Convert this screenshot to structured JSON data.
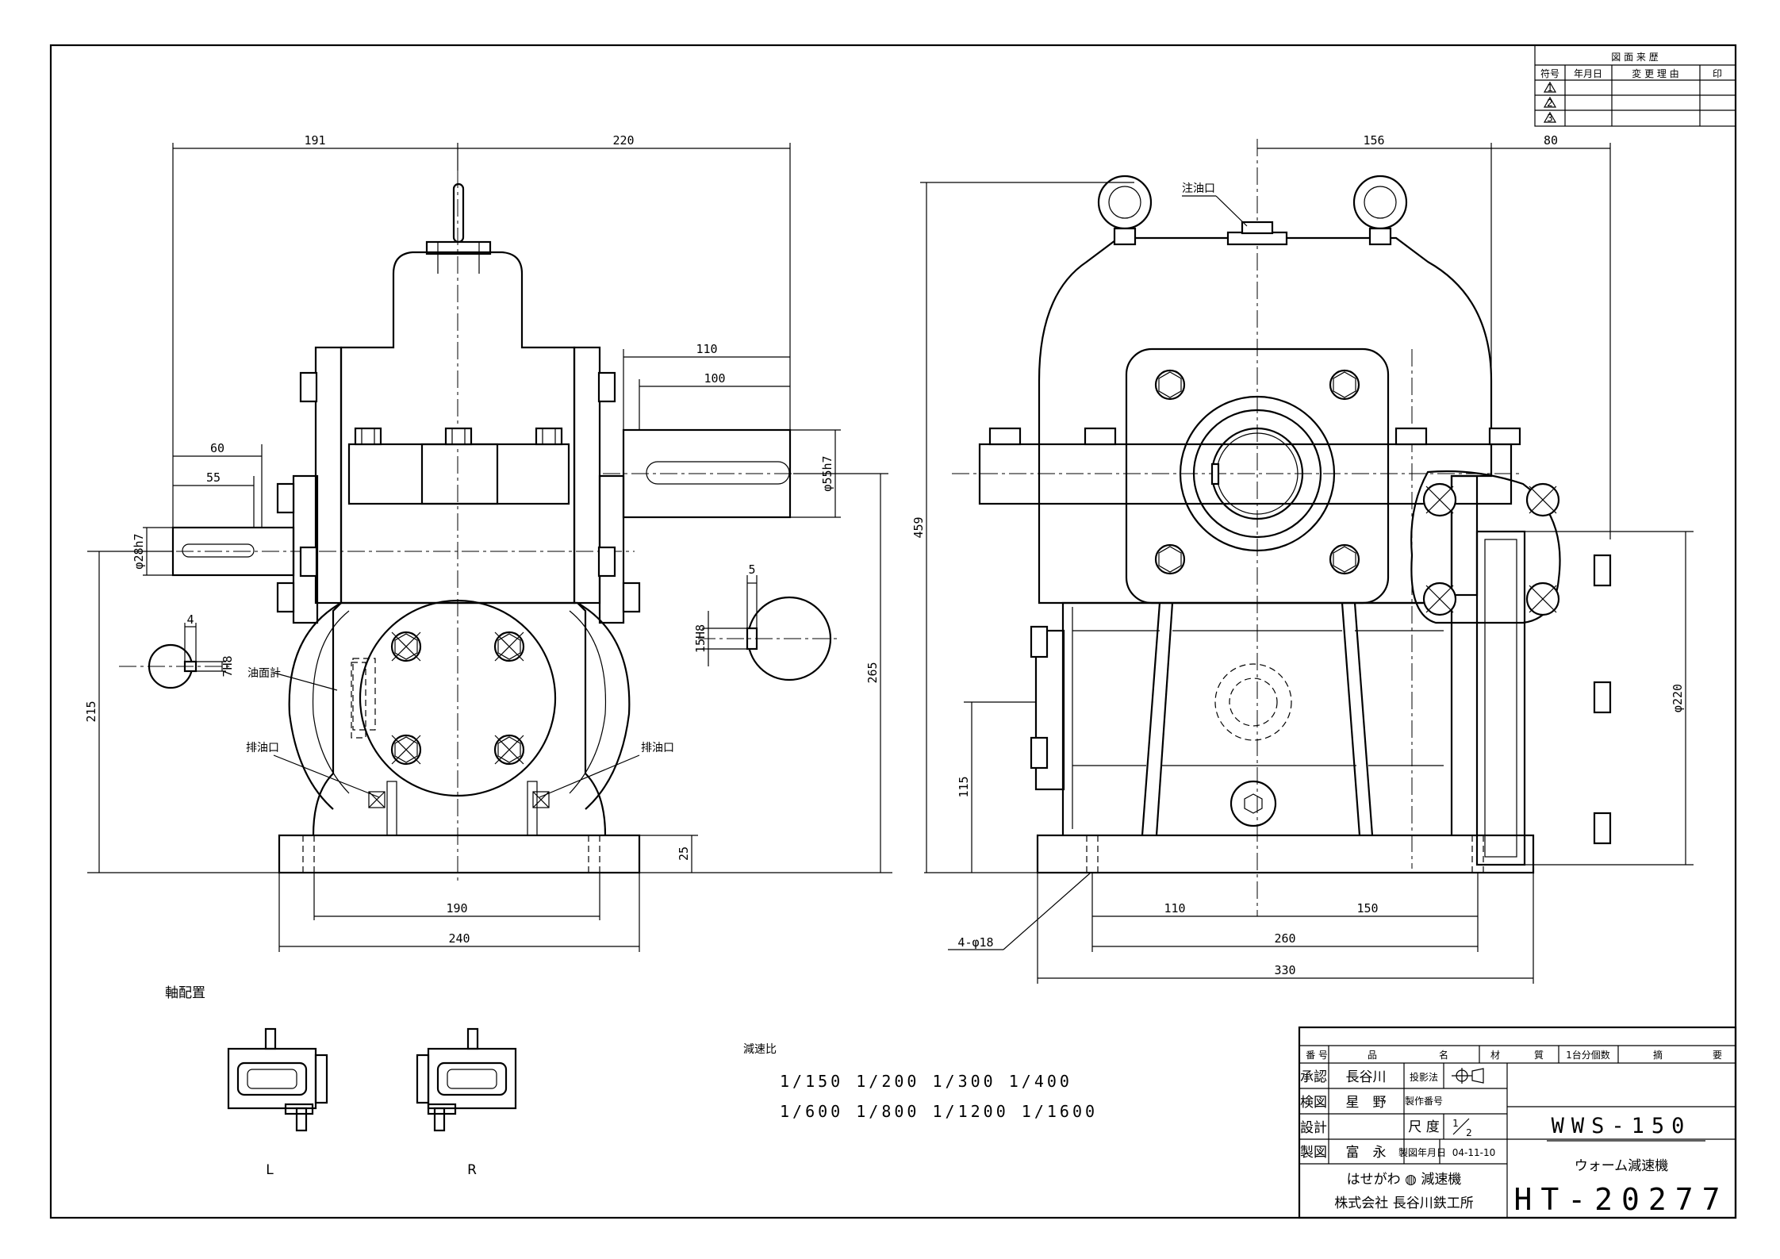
{
  "revision_table": {
    "title": "図 面 来 歴",
    "headers": [
      "符号",
      "年月日",
      "変 更 理 由",
      "印"
    ],
    "symbols": [
      "1",
      "2",
      "3"
    ]
  },
  "dimensions": {
    "d191": "191",
    "d220": "220",
    "d110": "110",
    "d100": "100",
    "d60": "60",
    "d55": "55",
    "d28h7": "φ28h7",
    "d55h7": "φ55h7",
    "d4": "4",
    "d7h8": "7H8",
    "d5": "5",
    "d15h8": "15H8",
    "d215": "215",
    "d265": "265",
    "d25": "25",
    "d190": "190",
    "d240": "240",
    "d156": "156",
    "d80": "80",
    "d459": "459",
    "d115": "115",
    "d220r": "φ220",
    "d110b": "110",
    "d150": "150",
    "d260": "260",
    "d330": "330",
    "d4phi18": "4-φ18"
  },
  "labels": {
    "oil_gauge": "油面計",
    "drain_left": "排油口",
    "drain_right": "排油口",
    "oil_inlet": "注油口",
    "shaft_layout": "軸配置",
    "layout_l": "L",
    "layout_r": "R"
  },
  "reduction": {
    "title": "減速比",
    "row1": "1/150 1/200 1/300 1/400",
    "row2": "1/600 1/800 1/1200 1/1600"
  },
  "title_block": {
    "col_no": "番 号",
    "col_name1": "品",
    "col_name2": "名",
    "col_material": "材",
    "col_quality": "質",
    "col_qty": "1台分個数",
    "col_remarks": "摘",
    "col_remarks2": "要",
    "approve_label": "承認",
    "approve_name": "長谷川",
    "check_label": "検図",
    "check_name": "星　野",
    "design_label": "設計",
    "draw_label": "製図",
    "draw_name": "富　永",
    "projection_label": "投影法",
    "number_label": "製作番号",
    "scale_label": "尺 度",
    "scale_num": "1",
    "scale_den": "2",
    "date_label": "製図年月日",
    "date_value": "04-11-10",
    "model": "WWS-150",
    "product_name": "ウォーム減速機",
    "brand": "はせがわ ◍ 減速機",
    "company": "株式会社 長谷川鉄工所",
    "drawing_no": "HT-20277"
  }
}
